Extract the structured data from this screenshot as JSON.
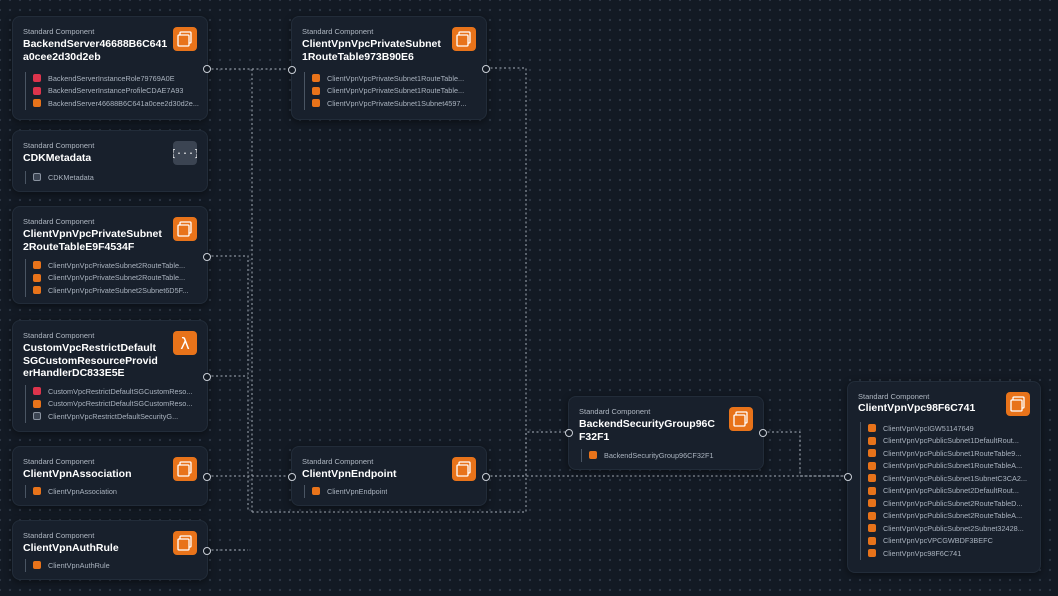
{
  "type_label": "Standard Component",
  "nodes": [
    {
      "id": "backendserver",
      "title": "BackendServer46688B6C641a0cee2d30d2eb",
      "icon": "ec2-instance-icon",
      "items": [
        {
          "icon": "iam",
          "text": "BackendServerInstanceRole79769A0E"
        },
        {
          "icon": "iam",
          "text": "BackendServerInstanceProfileCDAE7A93"
        },
        {
          "icon": "ec2",
          "text": "BackendServer46688B6C641a0cee2d30d2e..."
        }
      ]
    },
    {
      "id": "cdkmetadata",
      "title": "CDKMetadata",
      "icon": "cdk-braces-icon",
      "items": [
        {
          "icon": "cdk",
          "text": "CDKMetadata"
        }
      ]
    },
    {
      "id": "private-rt2",
      "title": "ClientVpnVpcPrivateSubnet2RouteTableE9F4534F",
      "icon": "ec2-instance-icon",
      "items": [
        {
          "icon": "ec2",
          "text": "ClientVpnVpcPrivateSubnet2RouteTable..."
        },
        {
          "icon": "ec2",
          "text": "ClientVpnVpcPrivateSubnet2RouteTable..."
        },
        {
          "icon": "ec2",
          "text": "ClientVpnVpcPrivateSubnet2Subnet6D5F..."
        }
      ]
    },
    {
      "id": "custom-vpc",
      "title": "CustomVpcRestrictDefaultSGCustomResourceProviderHandlerDC833E5E",
      "icon": "lambda-icon",
      "items": [
        {
          "icon": "iam",
          "text": "CustomVpcRestrictDefaultSGCustomReso..."
        },
        {
          "icon": "lambda",
          "text": "CustomVpcRestrictDefaultSGCustomReso..."
        },
        {
          "icon": "cdk",
          "text": "ClientVpnVpcRestrictDefaultSecurityG..."
        }
      ]
    },
    {
      "id": "association",
      "title": "ClientVpnAssociation",
      "icon": "ec2-instance-icon",
      "items": [
        {
          "icon": "ec2",
          "text": "ClientVpnAssociation"
        }
      ]
    },
    {
      "id": "authrule",
      "title": "ClientVpnAuthRule",
      "icon": "ec2-instance-icon",
      "items": [
        {
          "icon": "ec2",
          "text": "ClientVpnAuthRule"
        }
      ]
    },
    {
      "id": "private-rt1",
      "title": "ClientVpnVpcPrivateSubnet1RouteTable973B90E6",
      "icon": "ec2-instance-icon",
      "items": [
        {
          "icon": "ec2",
          "text": "ClientVpnVpcPrivateSubnet1RouteTable..."
        },
        {
          "icon": "ec2",
          "text": "ClientVpnVpcPrivateSubnet1RouteTable..."
        },
        {
          "icon": "ec2",
          "text": "ClientVpnVpcPrivateSubnet1Subnet4597..."
        }
      ]
    },
    {
      "id": "endpoint",
      "title": "ClientVpnEndpoint",
      "icon": "ec2-instance-icon",
      "items": [
        {
          "icon": "ec2",
          "text": "ClientVpnEndpoint"
        }
      ]
    },
    {
      "id": "backend-sg",
      "title": "BackendSecurityGroup96CF32F1",
      "icon": "ec2-instance-icon",
      "items": [
        {
          "icon": "ec2",
          "text": "BackendSecurityGroup96CF32F1"
        }
      ]
    },
    {
      "id": "vpc",
      "title": "ClientVpnVpc98F6C741",
      "icon": "ec2-instance-icon",
      "items": [
        {
          "icon": "ec2",
          "text": "ClientVpnVpcIGW51147649"
        },
        {
          "icon": "ec2",
          "text": "ClientVpnVpcPublicSubnet1DefaultRout..."
        },
        {
          "icon": "ec2",
          "text": "ClientVpnVpcPublicSubnet1RouteTable9..."
        },
        {
          "icon": "ec2",
          "text": "ClientVpnVpcPublicSubnet1RouteTableA..."
        },
        {
          "icon": "ec2",
          "text": "ClientVpnVpcPublicSubnet1SubnetC3CA2..."
        },
        {
          "icon": "ec2",
          "text": "ClientVpnVpcPublicSubnet2DefaultRout..."
        },
        {
          "icon": "ec2",
          "text": "ClientVpnVpcPublicSubnet2RouteTableD..."
        },
        {
          "icon": "ec2",
          "text": "ClientVpnVpcPublicSubnet2RouteTableA..."
        },
        {
          "icon": "ec2",
          "text": "ClientVpnVpcPublicSubnet2Subnet32428..."
        },
        {
          "icon": "ec2",
          "text": "ClientVpnVpcVPCGWBDF3BEFC"
        },
        {
          "icon": "ec2",
          "text": "ClientVpnVpc98F6C741"
        }
      ]
    }
  ],
  "colors": {
    "accent_orange": "#e8731a",
    "iam_red": "#dd344c",
    "wire": "#8a929d",
    "port": "#c9ced6"
  }
}
